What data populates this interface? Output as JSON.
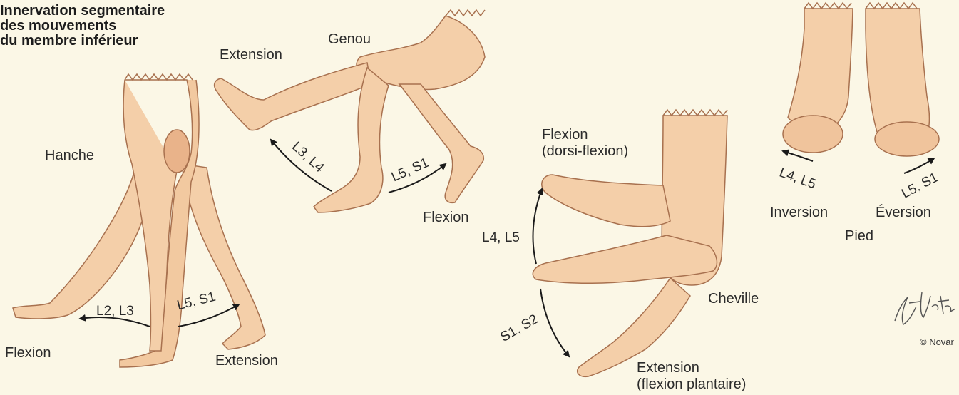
{
  "title": {
    "line1": "Innervation segmentaire",
    "line2": "des mouvements",
    "line3": "du membre inférieur"
  },
  "hip": {
    "region": "Hanche",
    "flexion": "Flexion",
    "extension": "Extension",
    "seg_flexion": "L2, L3",
    "seg_extension": "L5, S1"
  },
  "knee": {
    "region": "Genou",
    "extension": "Extension",
    "flexion": "Flexion",
    "seg_extension": "L3, L4",
    "seg_flexion": "L5, S1"
  },
  "ankle": {
    "region": "Cheville",
    "flexion": "Flexion",
    "flexion_detail": "(dorsi-flexion)",
    "extension": "Extension",
    "extension_detail": "(flexion plantaire)",
    "seg_flexion": "L4, L5",
    "seg_extension": "S1, S2"
  },
  "foot": {
    "region": "Pied",
    "inversion": "Inversion",
    "eversion": "Éversion",
    "seg_inversion": "L4, L5",
    "seg_eversion": "L5, S1"
  },
  "credit": {
    "signature": "F. Netter M.D.",
    "copyright": "© Novar"
  },
  "colors": {
    "background": "#fbf7e6",
    "skin": "#f4cfa9",
    "skin_shade": "#d9a27c",
    "outline": "#a8714f",
    "text": "#2b2b2b"
  }
}
